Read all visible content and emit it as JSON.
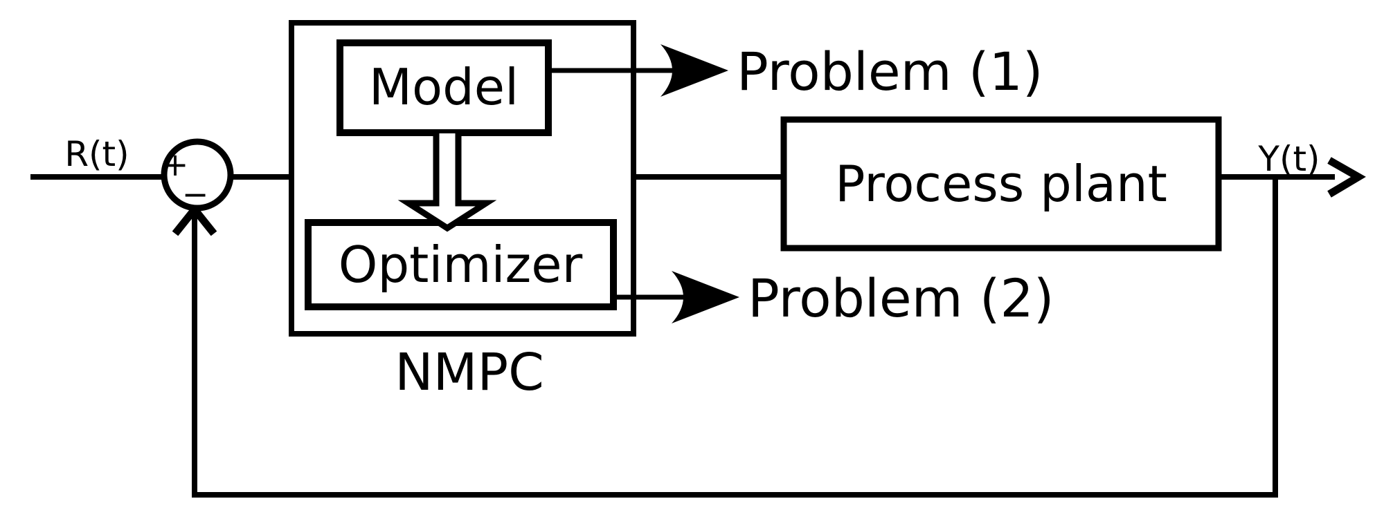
{
  "diagram": {
    "title": "NMPC closed-loop control block diagram",
    "labels": {
      "input_signal": "R(t)",
      "output_signal": "Y(t)",
      "sum_plus": "+",
      "sum_minus": "−",
      "model_block": "Model",
      "optimizer_block": "Optimizer",
      "controller_caption": "NMPC",
      "plant_block": "Process plant",
      "problem_1": "Problem (1)",
      "problem_2": "Problem (2)"
    },
    "colors": {
      "line": "#000000",
      "problem_text": "#d40000",
      "background": "#ffffff"
    }
  }
}
